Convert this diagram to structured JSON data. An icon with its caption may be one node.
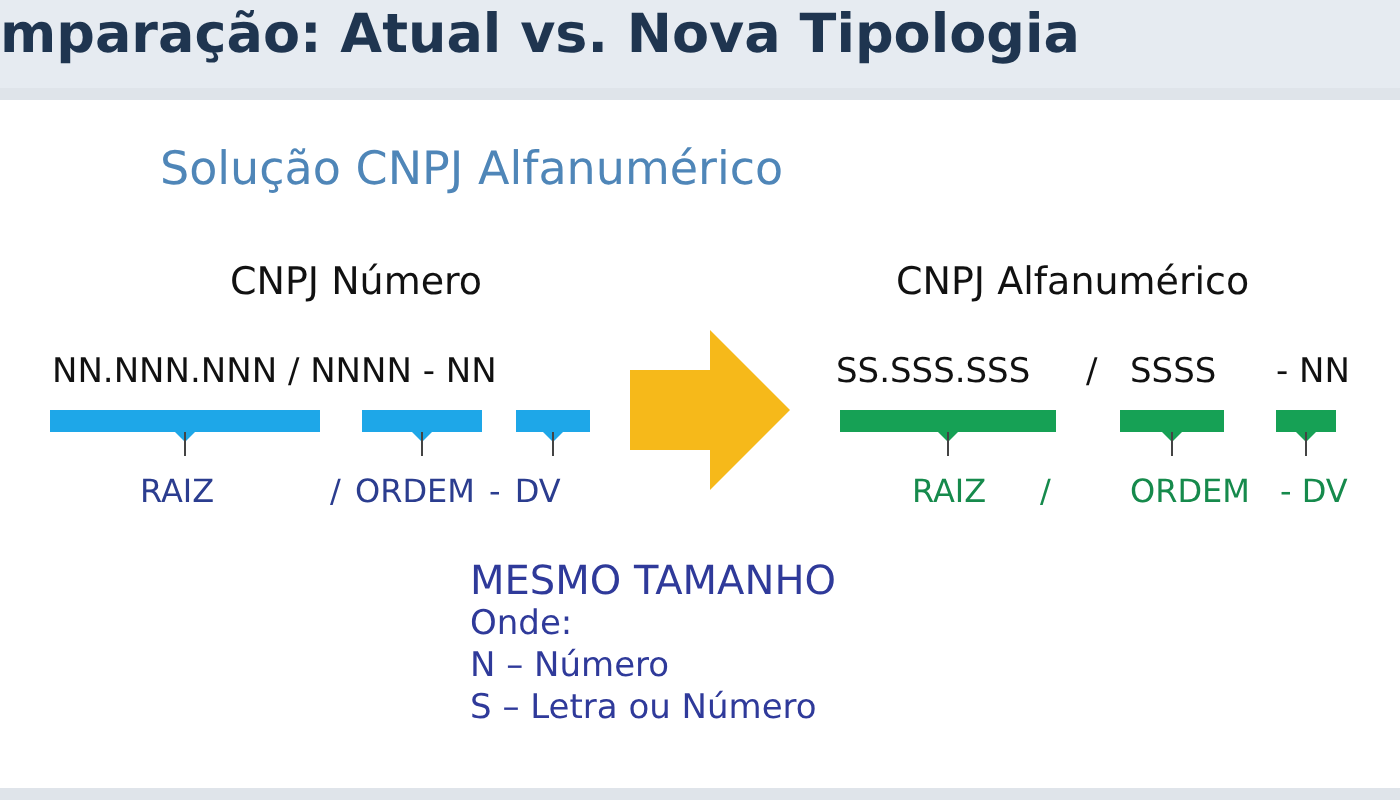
{
  "diagram": {
    "title": "mparação: Atual vs. Nova Tipologia",
    "nodes": [
      {
        "text": [
          "CNPJ Número",
          "NN.NNN.NNN / NNNN - NN"
        ]
      },
      {
        "text": [
          "CNPJ Alfanumérico",
          "SS.SSS.SSS",
          "/",
          "SSSS",
          "- NN"
        ]
      }
    ],
    "edges": [
      {
        "from": 0,
        "to": 1,
        "arrow": "to",
        "style": "thick"
      }
    ],
    "labels": [
      "Solução CNPJ Alfanumérico",
      "RAIZ",
      "/ ORDEM - DV",
      "RAIZ",
      "/",
      "ORDEM",
      "- DV",
      "MESMO TAMANHO",
      "Onde:",
      "N – Número",
      "S – Letra ou Número"
    ]
  }
}
